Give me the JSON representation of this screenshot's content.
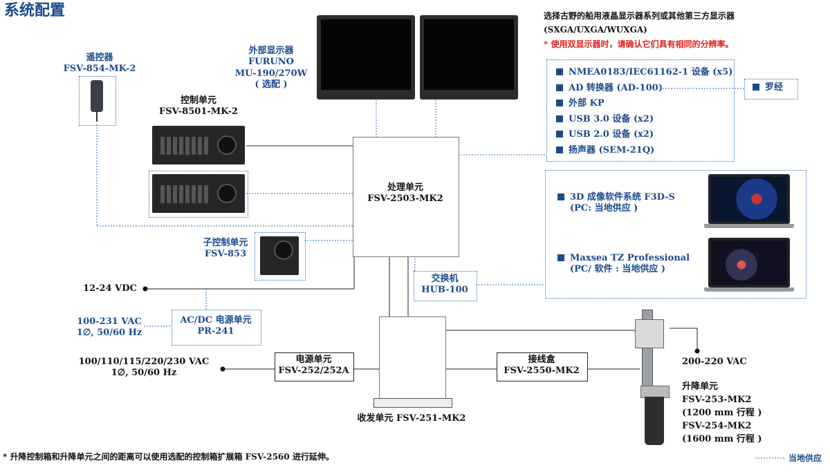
{
  "title": "系统配置",
  "remote": {
    "name": "遥控器",
    "model": "FSV-854-MK-2"
  },
  "monitor": {
    "line1": "外部显示器",
    "line2": "FURUNO",
    "line3": "MU-190/270W",
    "line4": "( 选配 )"
  },
  "monitor_note": {
    "line1": "选择古野的船用液晶显示器系列或其他第三方显示器",
    "line2": "(SXGA/UXGA/WUXGA)",
    "warning": "* 使用双显示器时，请确认它们具有相同的分辨率。"
  },
  "control_unit": {
    "name": "控制单元",
    "model": "FSV-8501-MK-2"
  },
  "sub_control": {
    "name": "子控制单元",
    "model": "FSV-853"
  },
  "processor": {
    "name": "处理单元",
    "model": "FSV-2503-MK2"
  },
  "io_list": [
    "NMEA0183/IEC61162-1 设备 (x5)",
    "AD 转换器 (AD-100)",
    "外部 KP",
    "USB 3.0 设备 (x2)",
    "USB 2.0 设备 (x2)",
    "扬声器 (SEM-21Q)"
  ],
  "compass": "罗经",
  "software": [
    {
      "name": "3D 成像软件系统 F3D-S",
      "sub": "(PC: 当地供应 )"
    },
    {
      "name": "Maxsea TZ Professional",
      "sub": "(PC/ 软件 : 当地供应 )"
    }
  ],
  "hub": {
    "name": "交换机",
    "model": "HUB-100"
  },
  "dc_power": "12-24 VDC",
  "ac_input": {
    "line1": "100-231 VAC",
    "line2": "1∅, 50/60 Hz"
  },
  "acdc_unit": {
    "name": "AC/DC 电源单元",
    "model": "PR-241"
  },
  "mains": {
    "line1": "100/110/115/220/230 VAC",
    "line2": "1∅, 50/60 Hz"
  },
  "power_unit": {
    "name": "电源单元",
    "model": "FSV-252/252A"
  },
  "transceiver": "收发单元 FSV-251-MK2",
  "junction": {
    "name": "接线盒",
    "model": "FSV-2550-MK2"
  },
  "hoist_power": "200-220 VAC",
  "hoist": {
    "name": "升降单元",
    "model1": "FSV-253-MK2",
    "stroke1": "(1200 mm 行程 )",
    "model2": "FSV-254-MK2",
    "stroke2": "(1600 mm 行程 )"
  },
  "footnote": "* 升降控制箱和升降单元之间的距离可以使用选配的控制箱扩展箱 FSV-2560 进行延伸。",
  "legend": "当地供应",
  "colors": {
    "accent_blue": "#1b4a8c",
    "dotted_blue": "#2a6fb5",
    "warning_red": "#e0201a"
  }
}
